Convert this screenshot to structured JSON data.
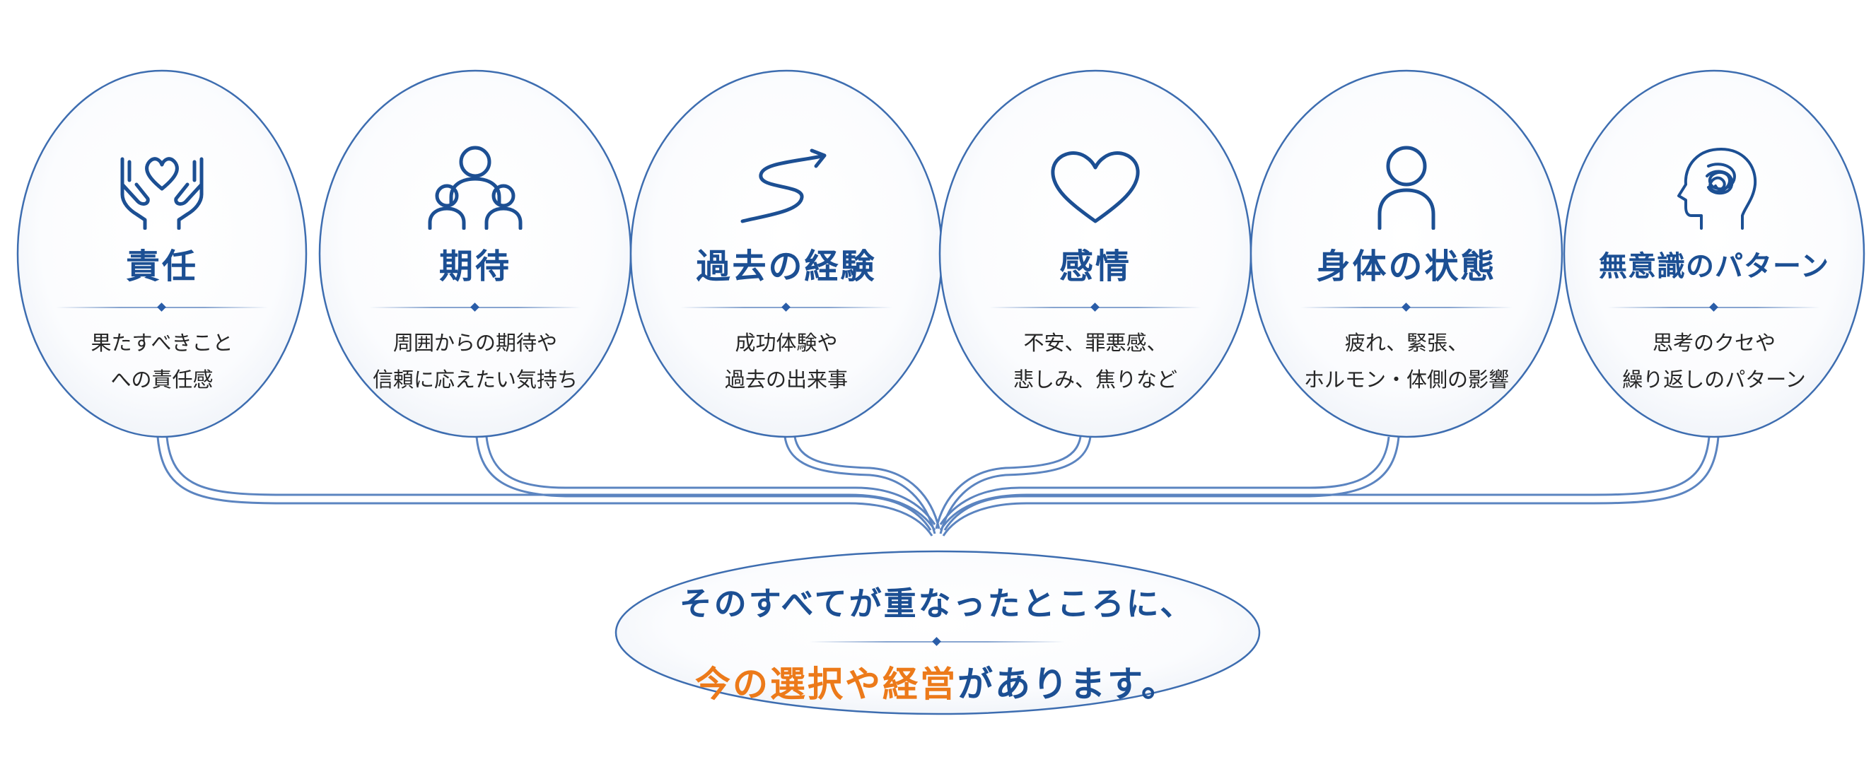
{
  "colors": {
    "primary": "#1c4f93",
    "stroke": "#3d6db0",
    "accent": "#ec7a1a",
    "text": "#262626"
  },
  "nodes": [
    {
      "icon": "hands-heart-icon",
      "title": "責任",
      "desc": [
        "果たすべきこと",
        "への責任感"
      ]
    },
    {
      "icon": "family-icon",
      "title": "期待",
      "desc": [
        "周囲からの期待や",
        "信頼に応えたい気持ち"
      ]
    },
    {
      "icon": "winding-path-arrow-icon",
      "title": "過去の経験",
      "desc": [
        "成功体験や",
        "過去の出来事"
      ]
    },
    {
      "icon": "heart-icon",
      "title": "感情",
      "desc": [
        "不安、罪悪感、",
        "悲しみ、焦りなど"
      ]
    },
    {
      "icon": "person-icon",
      "title": "身体の状態",
      "desc": [
        "疲れ、緊張、",
        "ホルモン・体側の影響"
      ]
    },
    {
      "icon": "head-tangle-icon",
      "title": "無意識のパターン",
      "desc": [
        "思考のクセや",
        "繰り返しのパターン"
      ]
    }
  ],
  "summary": {
    "line1": "そのすべてが重なったところに、",
    "highlight": "今の選択や経営",
    "line2_rest": "があります。"
  }
}
